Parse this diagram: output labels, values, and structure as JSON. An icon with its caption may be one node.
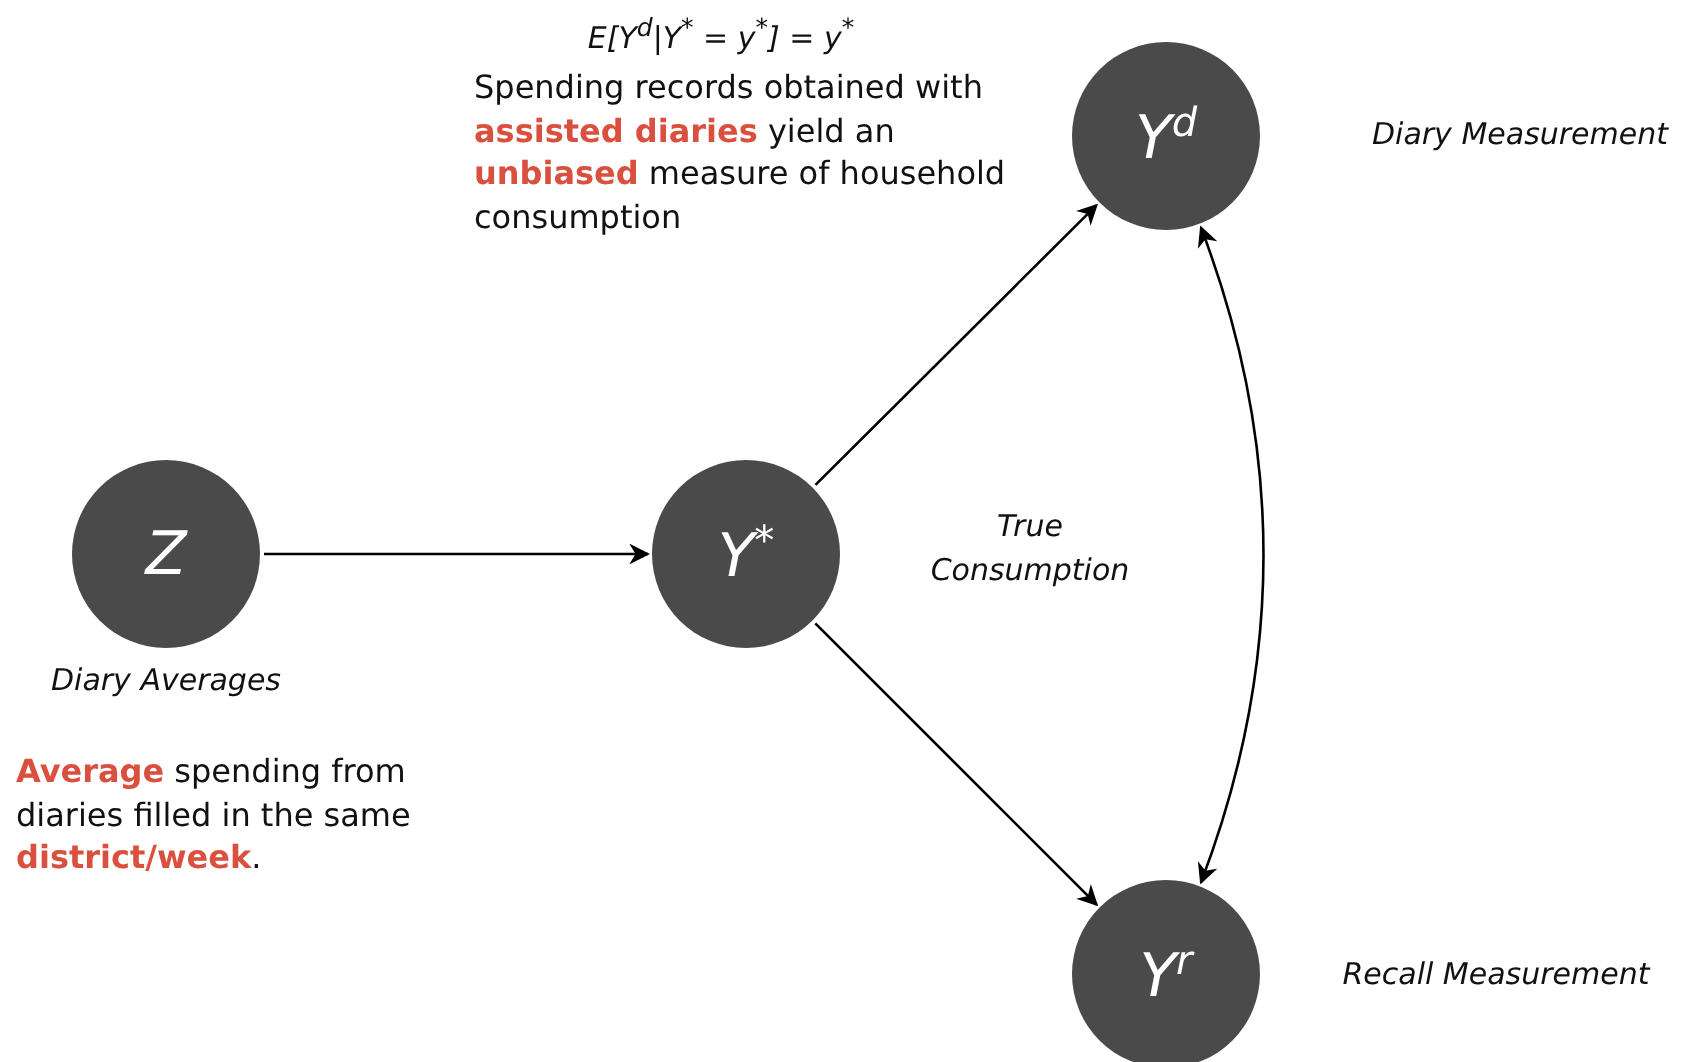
{
  "diagram": {
    "nodes": [
      {
        "text": [
          "Z"
        ],
        "beside": [
          "Diary Averages"
        ]
      },
      {
        "text": [
          "Y$^{*}$"
        ],
        "beside": [
          "True Consumption"
        ]
      },
      {
        "text": [
          "Y$^{d}$"
        ],
        "beside": [
          "Diary Measurement"
        ]
      },
      {
        "text": [
          "Y$^{r}$"
        ],
        "beside": [
          "Recall Measurement"
        ]
      }
    ],
    "edges": [
      {
        "from": 0,
        "to": 1,
        "arrow": "to"
      },
      {
        "from": 1,
        "to": 2,
        "arrow": "to"
      },
      {
        "from": 1,
        "to": 3,
        "arrow": "to"
      },
      {
        "from": 2,
        "to": 3,
        "arrow": "both"
      }
    ],
    "labels": [
      "E[Y$^{d}$|Y$^{*}$ = y$^{*}$] = y$^{*}$",
      "Spending records obtained with **assisted diaries** yield an **unbiased** measure of household consumption",
      "**Average** spending from diaries filled in the same **district/week**."
    ]
  }
}
